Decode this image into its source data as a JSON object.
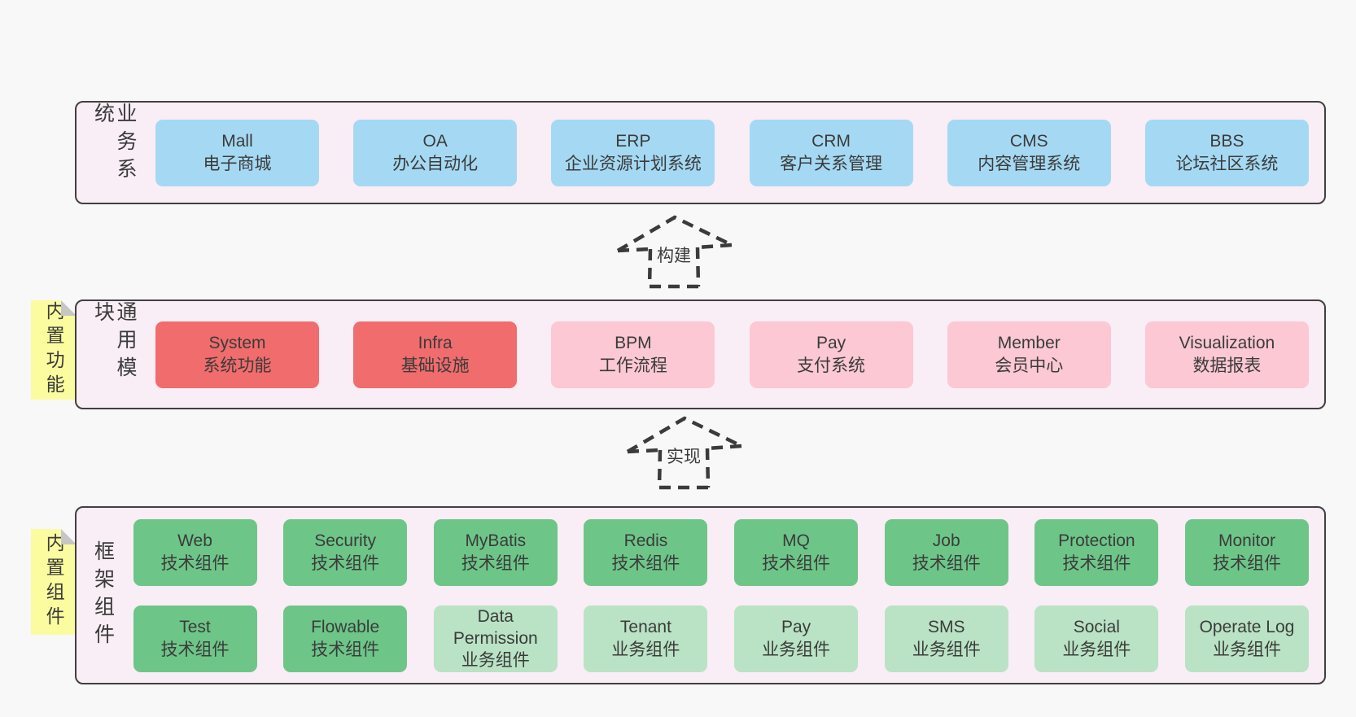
{
  "colors": {
    "page_bg": "#f8f8f8",
    "panel_bg": "#f9edf6",
    "panel_border": "#404040",
    "blue_box": "#a5d9f3",
    "red_box": "#f16c6c",
    "pink_box": "#fbc8d3",
    "green_box": "#6dc688",
    "light_green_box": "#b9e3c4",
    "tab_yellow": "#fbfc9f",
    "fold_gray": "#c6c6c6",
    "text": "#3b3b3b"
  },
  "arrows": [
    {
      "label": "构建"
    },
    {
      "label": "实现"
    }
  ],
  "panels": [
    {
      "label": "业务系统",
      "boxes": [
        {
          "name": "Mall",
          "desc": "电子商城"
        },
        {
          "name": "OA",
          "desc": "办公自动化"
        },
        {
          "name": "ERP",
          "desc": "企业资源计划系统"
        },
        {
          "name": "CRM",
          "desc": "客户关系管理"
        },
        {
          "name": "CMS",
          "desc": "内容管理系统"
        },
        {
          "name": "BBS",
          "desc": "论坛社区系统"
        }
      ]
    },
    {
      "label": "通用模块",
      "tab": "内置功能",
      "boxes": [
        {
          "name": "System",
          "desc": "系统功能"
        },
        {
          "name": "Infra",
          "desc": "基础设施"
        },
        {
          "name": "BPM",
          "desc": "工作流程"
        },
        {
          "name": "Pay",
          "desc": "支付系统"
        },
        {
          "name": "Member",
          "desc": "会员中心"
        },
        {
          "name": "Visualization",
          "desc": "数据报表"
        }
      ]
    },
    {
      "label": "框架组件",
      "tab": "内置组件",
      "rows": [
        [
          {
            "name": "Web",
            "desc": "技术组件"
          },
          {
            "name": "Security",
            "desc": "技术组件"
          },
          {
            "name": "MyBatis",
            "desc": "技术组件"
          },
          {
            "name": "Redis",
            "desc": "技术组件"
          },
          {
            "name": "MQ",
            "desc": "技术组件"
          },
          {
            "name": "Job",
            "desc": "技术组件"
          },
          {
            "name": "Protection",
            "desc": "技术组件"
          },
          {
            "name": "Monitor",
            "desc": "技术组件"
          }
        ],
        [
          {
            "name": "Test",
            "desc": "技术组件"
          },
          {
            "name": "Flowable",
            "desc": "技术组件"
          },
          {
            "name": "Data Permission",
            "desc": "业务组件"
          },
          {
            "name": "Tenant",
            "desc": "业务组件"
          },
          {
            "name": "Pay",
            "desc": "业务组件"
          },
          {
            "name": "SMS",
            "desc": "业务组件"
          },
          {
            "name": "Social",
            "desc": "业务组件"
          },
          {
            "name": "Operate Log",
            "desc": "业务组件"
          }
        ]
      ]
    }
  ]
}
